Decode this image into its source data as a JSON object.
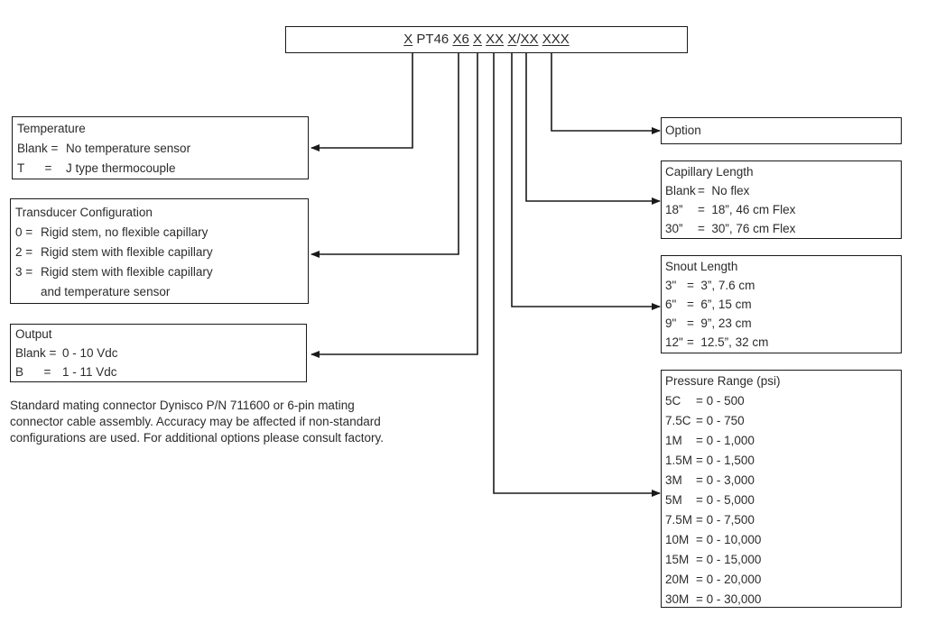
{
  "model_code": {
    "parts": [
      {
        "text": "X",
        "underlined": true
      },
      {
        "text": "PT46",
        "underlined": false
      },
      {
        "text": "X6",
        "underlined": true
      },
      {
        "text": "X",
        "underlined": true
      },
      {
        "text": "XX",
        "underlined": true
      },
      {
        "text": "X",
        "underlined": true
      },
      {
        "text": "/",
        "underlined": false
      },
      {
        "text": "XX",
        "underlined": true
      },
      {
        "text": "XXX",
        "underlined": true
      }
    ]
  },
  "left_boxes": {
    "temperature": {
      "title": "Temperature",
      "rows": [
        {
          "code": "Blank =",
          "desc": "No temperature sensor"
        },
        {
          "code": "T      =",
          "desc": "J type thermocouple"
        }
      ]
    },
    "transducer": {
      "title": "Transducer Configuration",
      "rows": [
        {
          "code": "0 =",
          "desc": "Rigid stem, no flexible capillary"
        },
        {
          "code": "2 =",
          "desc": "Rigid stem with flexible capillary"
        },
        {
          "code": "3 =",
          "desc": "Rigid stem with flexible capillary"
        },
        {
          "code": "",
          "desc": "and temperature sensor"
        }
      ]
    },
    "output": {
      "title": "Output",
      "rows": [
        {
          "code": "Blank =",
          "desc": "0 - 10 Vdc"
        },
        {
          "code": "B      =",
          "desc": "1 - 11 Vdc"
        }
      ]
    }
  },
  "right_boxes": {
    "option": {
      "title": "Option"
    },
    "capillary": {
      "title": "Capillary Length",
      "rows": [
        {
          "code": "Blank",
          "desc": "=  No flex"
        },
        {
          "code": "18”",
          "desc": "=  18”, 46 cm Flex"
        },
        {
          "code": "30”",
          "desc": "=  30”, 76 cm Flex"
        }
      ]
    },
    "snout": {
      "title": "Snout Length",
      "rows": [
        {
          "code": "3\"",
          "desc": "=  3”, 7.6 cm"
        },
        {
          "code": "6\"",
          "desc": "=  6”, 15 cm"
        },
        {
          "code": "9\"",
          "desc": "=  9”, 23 cm"
        },
        {
          "code": "12\"",
          "desc": "=  12.5”, 32 cm"
        }
      ]
    },
    "pressure": {
      "title": "Pressure Range (psi)",
      "rows": [
        {
          "code": "5C",
          "desc": "= 0 - 500"
        },
        {
          "code": "7.5C",
          "desc": "= 0 - 750"
        },
        {
          "code": "1M",
          "desc": "= 0 - 1,000"
        },
        {
          "code": "1.5M",
          "desc": "= 0 - 1,500"
        },
        {
          "code": "3M",
          "desc": "= 0 - 3,000"
        },
        {
          "code": "5M",
          "desc": "= 0 - 5,000"
        },
        {
          "code": "7.5M",
          "desc": "= 0 - 7,500"
        },
        {
          "code": "10M",
          "desc": "= 0 - 10,000"
        },
        {
          "code": "15M",
          "desc": "= 0 - 15,000"
        },
        {
          "code": "20M",
          "desc": "= 0 - 20,000"
        },
        {
          "code": "30M",
          "desc": "= 0 - 30,000"
        }
      ]
    }
  },
  "note": "Standard mating connector Dynisco P/N 711600 or 6-pin mating connector cable assembly. Accuracy may be affected if non-standard configurations are used. For additional options please consult factory."
}
